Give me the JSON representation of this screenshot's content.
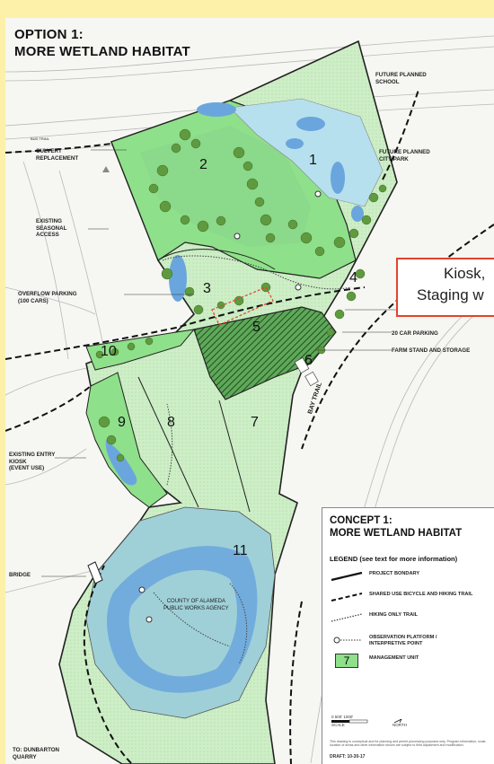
{
  "title": {
    "line1": "OPTION 1:",
    "line2": "MORE WETLAND HABITAT"
  },
  "map": {
    "labels": {
      "future_school": "FUTURE PLANNED\nSCHOOL",
      "future_park": "FUTURE PLANNED\nCITY PARK",
      "culvert": "CULVERT\nREPLACEMENT",
      "seasonal_access": "EXISTING\nSEASONAL\nACCESS",
      "overflow_parking": "OVERFLOW PARKING\n(100 CARS)",
      "car_parking": "20 CAR PARKING",
      "farm_stand": "FARM STAND AND STORAGE",
      "bay_trail": "BAY TRAIL",
      "entry_kiosk": "EXISTING ENTRY\nKIOSK\n(EVENT USE)",
      "bridge": "BRIDGE",
      "public_works": "COUNTY OF ALAMEDA\nPUBLIC WORKS AGENCY",
      "quarry": "TO: DUNBARTON\nQUARRY",
      "road_tag": "BUD TRAIL"
    },
    "units": [
      "1",
      "2",
      "3",
      "4",
      "5",
      "6",
      "7",
      "8",
      "9",
      "10",
      "11"
    ]
  },
  "callout": {
    "line1": "Kiosk,",
    "line2": "Staging w"
  },
  "legend": {
    "title_line1": "CONCEPT 1:",
    "title_line2": "MORE WETLAND HABITAT",
    "heading": "LEGEND (see text for more information)",
    "items": [
      {
        "label": "PROJECT BONDARY"
      },
      {
        "label": "SHARED USE BICYCLE AND HIKING TRAIL"
      },
      {
        "label": "HIKING ONLY TRAIL"
      },
      {
        "label": "OBSERVATION PLATFORM /\nINTERPRETIVE POINT"
      },
      {
        "label": "MANAGEMENT UNIT",
        "unit": "7"
      }
    ],
    "scale_ticks": "0        500'     1000'",
    "scale_label": "SCALE",
    "north_label": "NORTH",
    "disclaimer": "This drawing is conceptual and for planning and permit processing purposes only. Program information, scale, location of areas and other information shown are subject to field adjustment and modification.",
    "draft": "DRAFT: 10-30-17"
  },
  "colors": {
    "background": "#fdf0a8",
    "light_green": "#c6ebbf",
    "bright_green": "#8fe08a",
    "water": "#7fb4df",
    "teal_wetland": "#9fd0d8",
    "callout_border": "#e0442c"
  }
}
